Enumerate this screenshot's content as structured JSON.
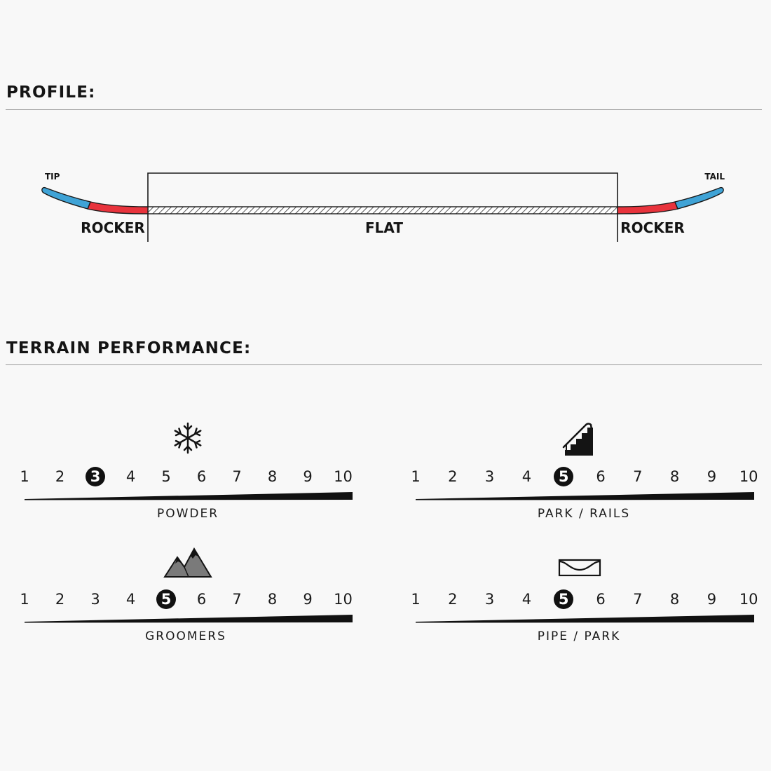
{
  "profile": {
    "title": "PROFILE:",
    "tip_label": "TIP",
    "tail_label": "TAIL",
    "left_zone_label": "ROCKER",
    "center_zone_label": "FLAT",
    "right_zone_label": "ROCKER",
    "colors": {
      "blue": "#3fa3d6",
      "red": "#e8333c",
      "outline": "#1a1a1a"
    }
  },
  "terrain": {
    "title": "TERRAIN PERFORMANCE:",
    "scale": [
      "1",
      "2",
      "3",
      "4",
      "5",
      "6",
      "7",
      "8",
      "9",
      "10"
    ],
    "ratings": [
      {
        "label": "POWDER",
        "value": 3,
        "icon": "snowflake-icon"
      },
      {
        "label": "PARK / RAILS",
        "value": 5,
        "icon": "stair-rail-icon"
      },
      {
        "label": "GROOMERS",
        "value": 5,
        "icon": "mountains-icon"
      },
      {
        "label": "PIPE / PARK",
        "value": 5,
        "icon": "halfpipe-icon"
      }
    ]
  }
}
